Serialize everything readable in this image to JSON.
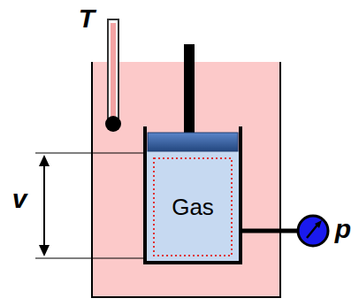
{
  "diagram": {
    "nodes": [
      {
        "text": [
          "Gas"
        ]
      }
    ],
    "labels": [
      "T",
      "v",
      "p"
    ]
  }
}
